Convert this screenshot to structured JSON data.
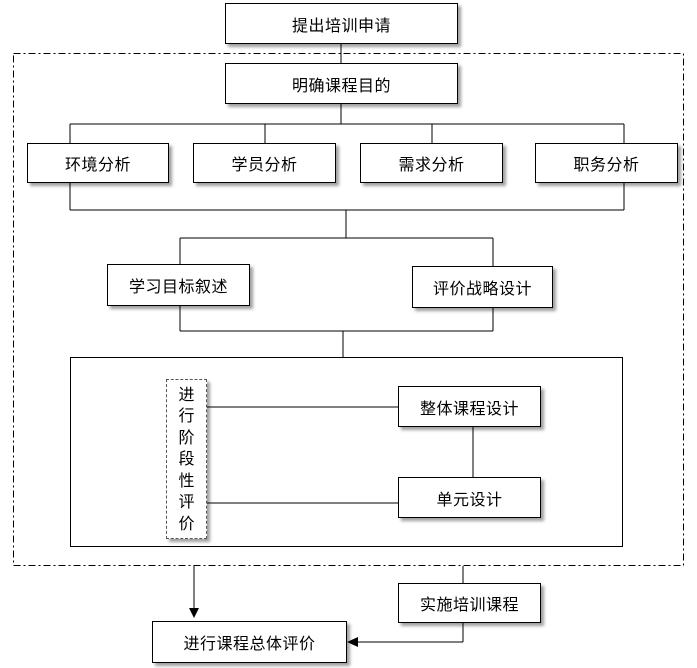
{
  "nodes": {
    "submit_request": "提出培训申请",
    "define_objectives": "明确课程目的",
    "environment_analysis": "环境分析",
    "learner_analysis": "学员分析",
    "needs_analysis": "需求分析",
    "job_analysis": "职务分析",
    "learning_objectives": "学习目标叙述",
    "evaluation_strategy": "评价战略设计",
    "formative_evaluation": [
      "进",
      "行",
      "阶",
      "段",
      "性",
      "评",
      "价"
    ],
    "overall_course_design": "整体课程设计",
    "unit_design": "单元设计",
    "implement_course": "实施培训课程",
    "overall_evaluation": "进行课程总体评价"
  }
}
